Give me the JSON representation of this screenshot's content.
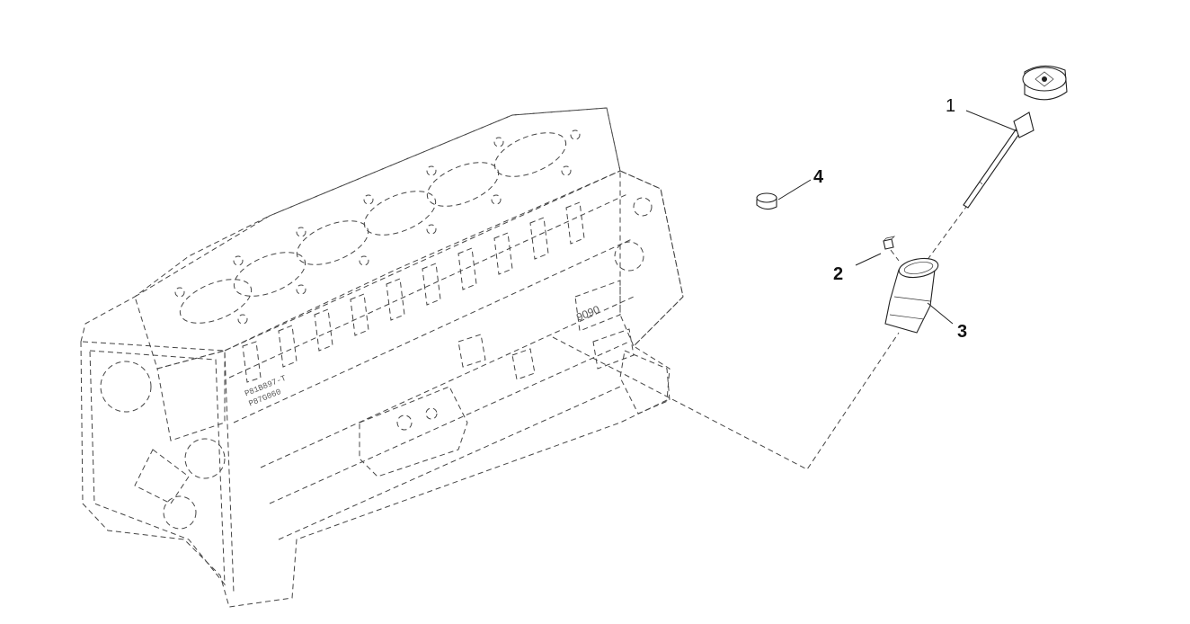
{
  "callouts": [
    {
      "label": "1"
    },
    {
      "label": "2"
    },
    {
      "label": "3"
    },
    {
      "label": "4"
    }
  ],
  "stamp": {
    "line1": "P81B897-T",
    "line2": "P87G060"
  },
  "casting_mark": "9090"
}
